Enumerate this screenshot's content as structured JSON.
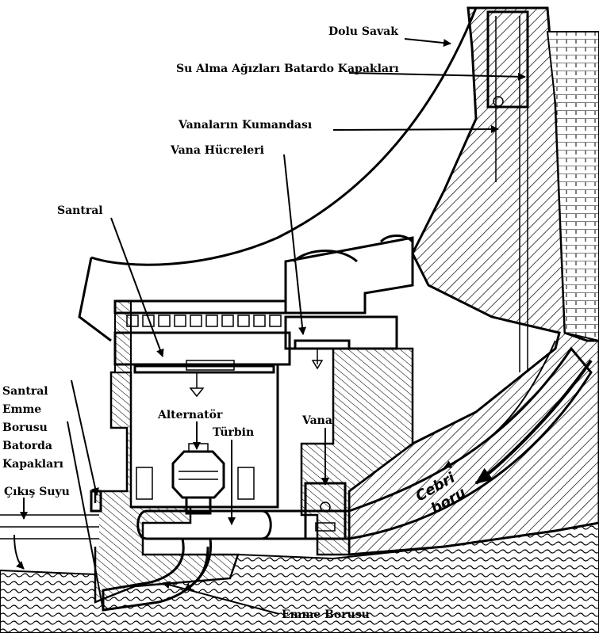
{
  "labels": {
    "dolu_savak": "Dolu Savak",
    "su_alma": "Su Alma Ağızları Batardo Kapakları",
    "vanalarin_kumandasi": "Vanaların Kumandası",
    "vana_hucreleri": "Vana Hücreleri",
    "santral": "Santral",
    "santral_emme_1": "Santral",
    "santral_emme_2": "Emme",
    "santral_emme_3": "Borusu",
    "santral_emme_4": "Batorda",
    "santral_emme_5": "Kapakları",
    "alternator": "Alternatör",
    "turbin": "Türbin",
    "vana": "Vana",
    "cikis_suyu": "Çıkış Suyu",
    "emme_borusu": "Emme Borusu",
    "cebri": "Cebri",
    "boru": "boru"
  }
}
